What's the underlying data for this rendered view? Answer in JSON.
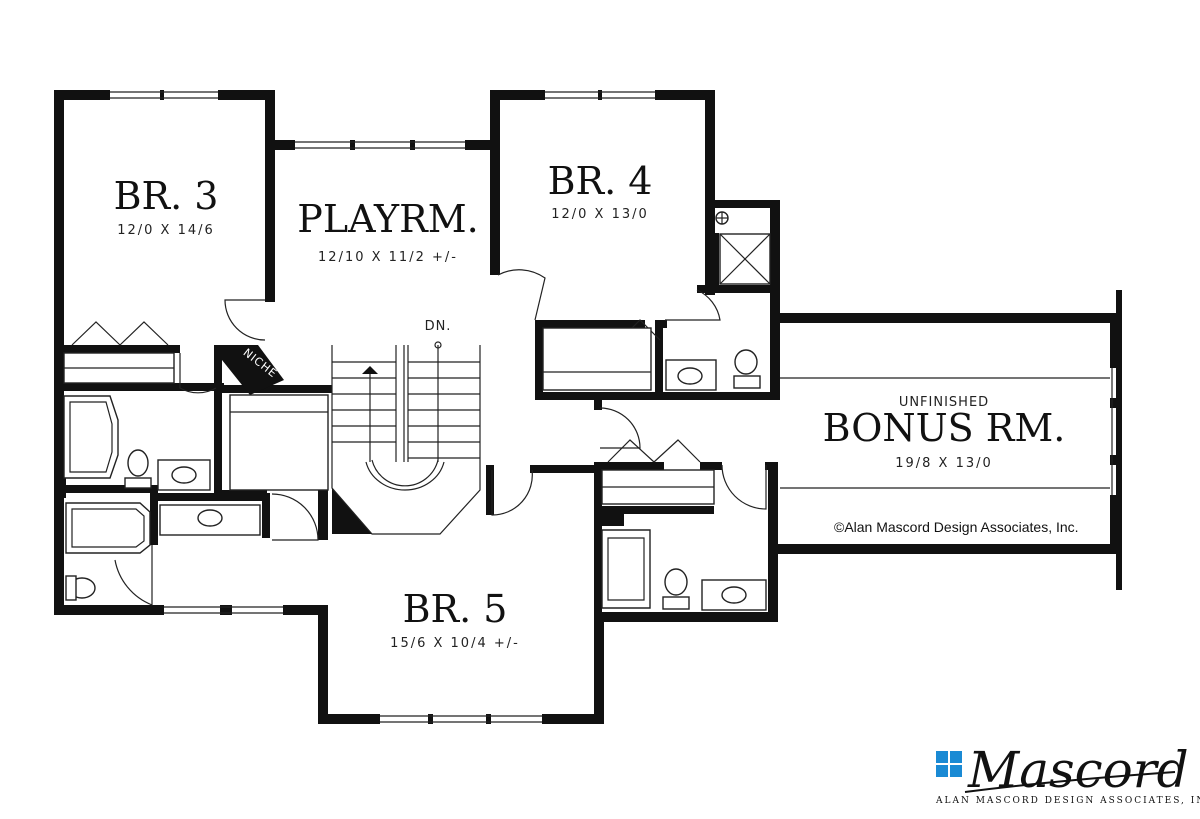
{
  "rooms": {
    "br3": {
      "name": "BR. 3",
      "dims": "12/0 X 14/6"
    },
    "playrm": {
      "name": "PLAYRM.",
      "dims": "12/10 X 11/2 +/-"
    },
    "br4": {
      "name": "BR. 4",
      "dims": "12/0 X 13/0"
    },
    "bonus": {
      "label": "UNFINISHED",
      "name": "BONUS RM.",
      "dims": "19/8 X 13/0"
    },
    "br5": {
      "name": "BR. 5",
      "dims": "15/6 X 10/4 +/-"
    }
  },
  "labels": {
    "stairs_down": "DN.",
    "niche": "NICHE"
  },
  "copyright": "©Alan Mascord Design Associates, Inc.",
  "logo": {
    "wordmark": "Mascord",
    "subtitle": "ALAN MASCORD DESIGN ASSOCIATES, INC.",
    "mark_color": "#1a8ad4"
  }
}
